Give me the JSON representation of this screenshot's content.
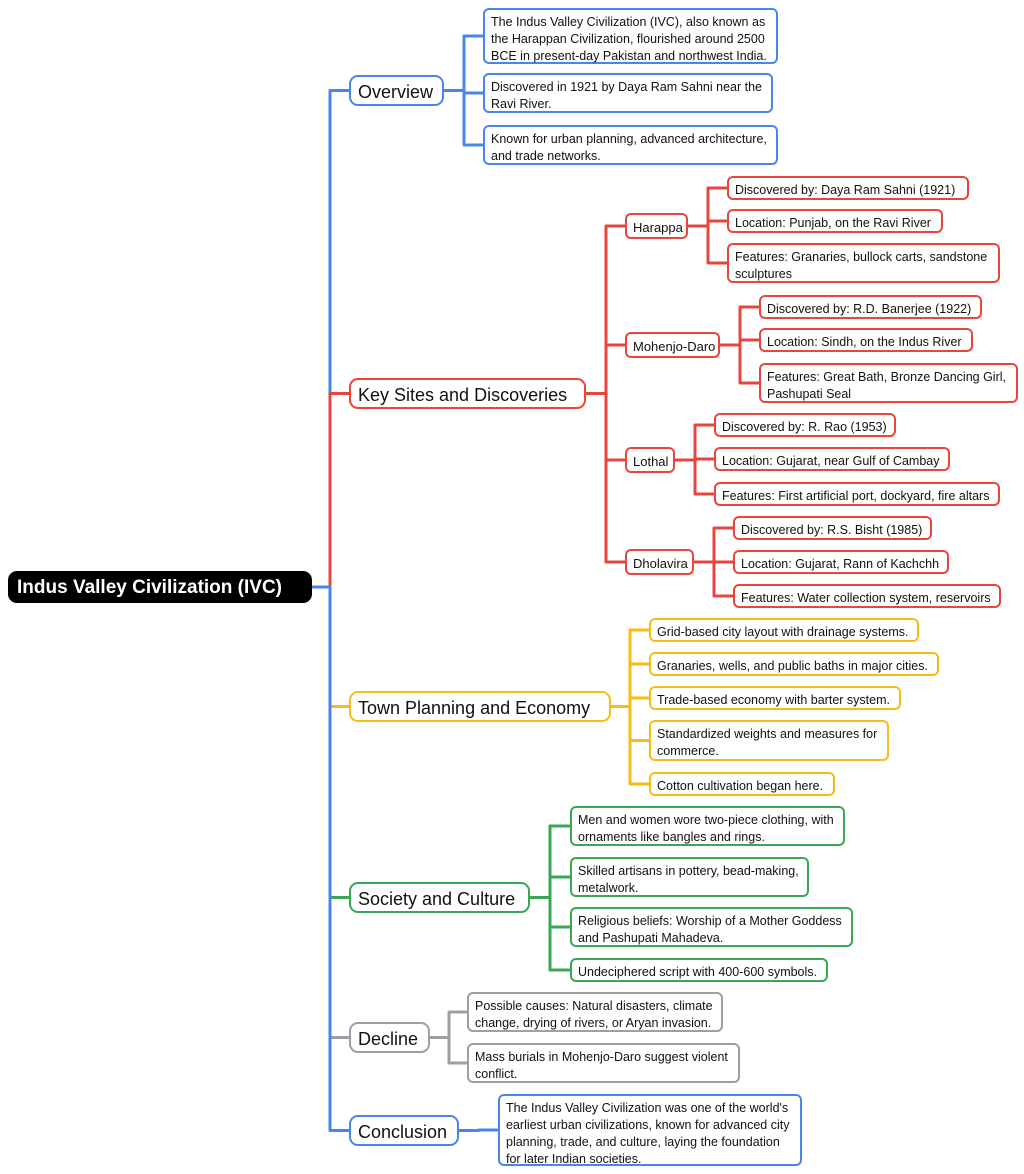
{
  "colors": {
    "root_bg": "#000000",
    "root_text": "#ffffff",
    "blue": "#4a86e8",
    "red": "#e8453c",
    "yellow": "#f6be14",
    "green": "#3aa757",
    "gray": "#9aa0a6"
  },
  "root": {
    "label": "Indus Valley Civilization (IVC)"
  },
  "branches": [
    {
      "label": "Overview",
      "color": "#4a86e8",
      "items": [
        {
          "text": "The Indus Valley Civilization (IVC), also known as\nthe Harappan Civilization, flourished around 2500\nBCE in present-day Pakistan and northwest India."
        },
        {
          "text": "Discovered in 1921 by Daya Ram Sahni near the\nRavi River."
        },
        {
          "text": "Known for urban planning, advanced architecture,\nand trade networks."
        }
      ]
    },
    {
      "label": "Key Sites and Discoveries",
      "color": "#e8453c",
      "items": [
        {
          "label": "Harappa",
          "items": [
            {
              "text": "Discovered by: Daya Ram Sahni (1921)"
            },
            {
              "text": "Location: Punjab, on the Ravi River"
            },
            {
              "text": "Features: Granaries, bullock carts, sandstone\nsculptures"
            }
          ]
        },
        {
          "label": "Mohenjo-Daro",
          "items": [
            {
              "text": "Discovered by: R.D. Banerjee (1922)"
            },
            {
              "text": "Location: Sindh, on the Indus River"
            },
            {
              "text": "Features: Great Bath, Bronze Dancing Girl,\nPashupati Seal"
            }
          ]
        },
        {
          "label": "Lothal",
          "items": [
            {
              "text": "Discovered by: R. Rao (1953)"
            },
            {
              "text": "Location: Gujarat, near Gulf of Cambay"
            },
            {
              "text": "Features: First artificial port, dockyard, fire altars"
            }
          ]
        },
        {
          "label": "Dholavira",
          "items": [
            {
              "text": "Discovered by: R.S. Bisht (1985)"
            },
            {
              "text": "Location: Gujarat, Rann of Kachchh"
            },
            {
              "text": "Features: Water collection system, reservoirs"
            }
          ]
        }
      ]
    },
    {
      "label": "Town Planning and Economy",
      "color": "#f6be14",
      "items": [
        {
          "text": "Grid-based city layout with drainage systems."
        },
        {
          "text": "Granaries, wells, and public baths in major cities."
        },
        {
          "text": "Trade-based economy with barter system."
        },
        {
          "text": "Standardized weights and measures for\ncommerce."
        },
        {
          "text": "Cotton cultivation began here."
        }
      ]
    },
    {
      "label": "Society and Culture",
      "color": "#3aa757",
      "items": [
        {
          "text": "Men and women wore two-piece clothing, with\nornaments like bangles and rings."
        },
        {
          "text": "Skilled artisans in pottery, bead-making,\nmetalwork."
        },
        {
          "text": "Religious beliefs: Worship of a Mother Goddess\nand Pashupati Mahadeva."
        },
        {
          "text": "Undeciphered script with 400-600 symbols."
        }
      ]
    },
    {
      "label": "Decline",
      "color": "#9aa0a6",
      "items": [
        {
          "text": "Possible causes: Natural disasters, climate\nchange, drying of rivers, or Aryan invasion."
        },
        {
          "text": "Mass burials in Mohenjo-Daro suggest violent\nconflict."
        }
      ]
    },
    {
      "label": "Conclusion",
      "color": "#4a86e8",
      "items": [
        {
          "text": "The Indus Valley Civilization was one of the world's\nearliest urban civilizations, known for advanced city\nplanning, trade, and culture, laying the foundation\nfor later Indian societies."
        }
      ]
    }
  ]
}
